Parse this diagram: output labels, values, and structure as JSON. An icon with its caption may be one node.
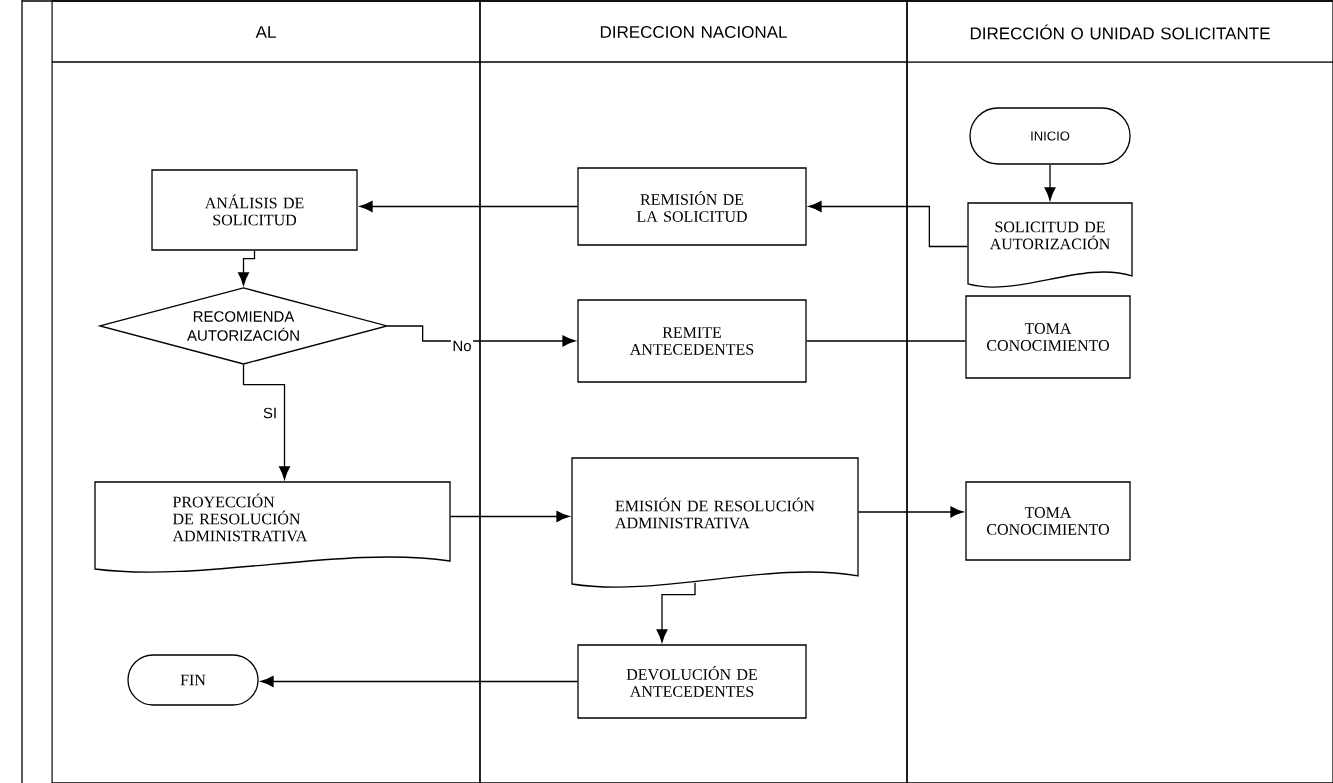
{
  "diagram": {
    "nodes": [
      {
        "text": [
          "AL"
        ]
      },
      {
        "text": [
          "DIRECCION NACIONAL"
        ]
      },
      {
        "text": [
          "DIRECCIÓN O UNIDAD SOLICITANTE"
        ]
      },
      {
        "text": [
          "INICIO"
        ],
        "in": 2
      },
      {
        "text": [
          "ANÁLISIS DE SOLICITUD"
        ],
        "in": 0
      },
      {
        "text": [
          "REMISIÓN DE LA SOLICITUD"
        ],
        "in": 1
      },
      {
        "text": [
          "SOLICITUD DE AUTORIZACIÓN"
        ],
        "in": 2
      },
      {
        "text": [
          "RECOMIENDA AUTORIZACIÓN"
        ],
        "in": 0
      },
      {
        "text": [
          "REMITE ANTECEDENTES"
        ],
        "in": 1
      },
      {
        "text": [
          "TOMA CONOCIMIENTO"
        ],
        "in": 2
      },
      {
        "text": [
          "PROYECCIÓN DE RESOLUCIÓN ADMINISTRATIVA"
        ],
        "in": 0
      },
      {
        "text": [
          "EMISIÓN DE RESOLUCIÓN ADMINISTRATIVA"
        ],
        "in": 1
      },
      {
        "text": [
          "TOMA CONOCIMIENTO"
        ],
        "in": 2
      },
      {
        "text": [
          "FIN"
        ],
        "in": 0
      },
      {
        "text": [
          "DEVOLUCIÓN DE ANTECEDENTES"
        ],
        "in": 1
      }
    ],
    "edges": [
      {
        "from": 3,
        "to": 6,
        "arrow": "to"
      },
      {
        "from": 6,
        "to": 5,
        "arrow": "to"
      },
      {
        "from": 5,
        "to": 4,
        "arrow": "to"
      },
      {
        "from": 4,
        "to": 7,
        "arrow": "to"
      },
      {
        "from": 7,
        "to": 8,
        "arrow": "to",
        "label": "No"
      },
      {
        "from": 8,
        "to": 9,
        "arrow": "none"
      },
      {
        "from": 7,
        "to": 10,
        "arrow": "to",
        "label": "SI"
      },
      {
        "from": 10,
        "to": 11,
        "arrow": "to"
      },
      {
        "from": 11,
        "to": 12,
        "arrow": "to"
      },
      {
        "from": 11,
        "to": 14,
        "arrow": "to"
      },
      {
        "from": 14,
        "to": 13,
        "arrow": "to"
      }
    ]
  }
}
